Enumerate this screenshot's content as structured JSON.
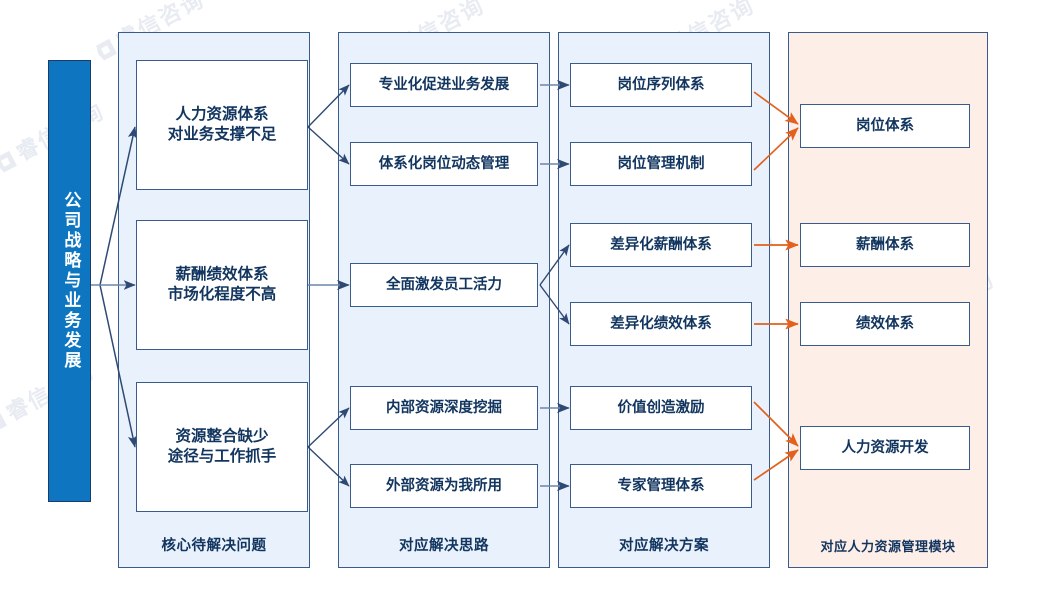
{
  "diagram": {
    "title_bar": {
      "label": "公司战略与业务发展"
    },
    "columns": [
      {
        "key": "problems",
        "footer": "核心待解决问题",
        "theme": "#E8F1FC"
      },
      {
        "key": "ideas",
        "footer": "对应解决思路",
        "theme": "#E8F1FC"
      },
      {
        "key": "solutions",
        "footer": "对应解决方案",
        "theme": "#E8F1FC"
      },
      {
        "key": "modules",
        "footer": "对应人力资源管理模块",
        "theme": "#FDEEE7"
      }
    ],
    "problems": [
      {
        "id": "p1",
        "line1": "人力资源体系",
        "line2": "对业务支撑不足"
      },
      {
        "id": "p2",
        "line1": "薪酬绩效体系",
        "line2": "市场化程度不高"
      },
      {
        "id": "p3",
        "line1": "资源整合缺少",
        "line2": "途径与工作抓手"
      }
    ],
    "ideas": [
      {
        "id": "i1",
        "label": "专业化促进业务发展"
      },
      {
        "id": "i2",
        "label": "体系化岗位动态管理"
      },
      {
        "id": "i3",
        "label": "全面激发员工活力"
      },
      {
        "id": "i4",
        "label": "内部资源深度挖掘"
      },
      {
        "id": "i5",
        "label": "外部资源为我所用"
      }
    ],
    "solutions": [
      {
        "id": "s1",
        "label": "岗位序列体系"
      },
      {
        "id": "s2",
        "label": "岗位管理机制"
      },
      {
        "id": "s3",
        "label": "差异化薪酬体系"
      },
      {
        "id": "s4",
        "label": "差异化绩效体系"
      },
      {
        "id": "s5",
        "label": "价值创造激励"
      },
      {
        "id": "s6",
        "label": "专家管理体系"
      }
    ],
    "modules": [
      {
        "id": "m1",
        "label": "岗位体系"
      },
      {
        "id": "m2",
        "label": "薪酬体系"
      },
      {
        "id": "m3",
        "label": "绩效体系"
      },
      {
        "id": "m4",
        "label": "人力资源开发"
      }
    ],
    "colors": {
      "strategy_bar": "#0E76C0",
      "panel_blue": "#E8F1FC",
      "panel_pink": "#FDEEE7",
      "box_border": "#3A5C8C",
      "text": "#12355F",
      "connector_blue": "#2E4A74",
      "connector_orange": "#E2611C"
    },
    "watermark": {
      "text": "睿信咨询"
    }
  }
}
